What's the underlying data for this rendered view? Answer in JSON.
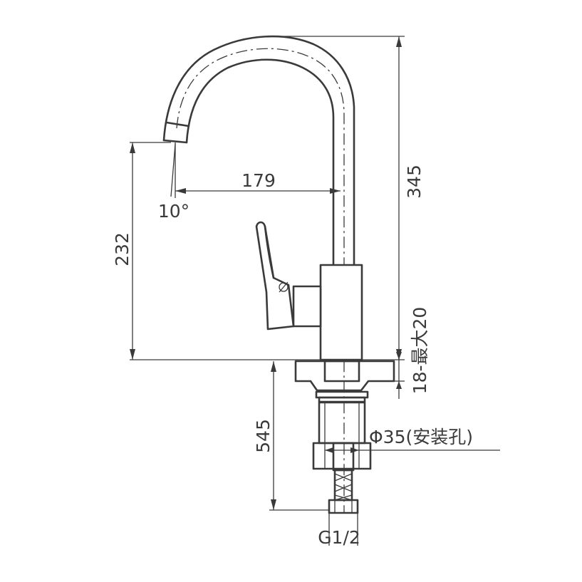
{
  "drawing": {
    "dimensions": {
      "total_height": "345",
      "spout_reach": "179",
      "spout_height": "232",
      "below_deck": "545",
      "deck_thickness": "18-最大20",
      "spout_angle": "10°",
      "mount_hole": "Φ35(安装孔)",
      "inlet_thread": "G1/2"
    },
    "line_color": "#3a3a3a"
  }
}
